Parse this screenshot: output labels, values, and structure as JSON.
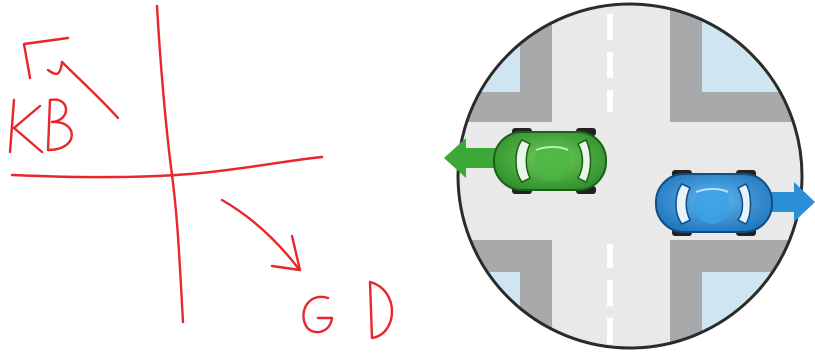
{
  "sketch": {
    "label_top_left": "KB",
    "label_bottom_right": "G D",
    "ink_color": "#e8262b"
  },
  "scene": {
    "left_car": {
      "color": "#3aa935",
      "direction": "left"
    },
    "right_car": {
      "color": "#2a8fd6",
      "direction": "right"
    },
    "road_color": "#e9e9ea",
    "sidewalk_color": "#a8a9ab",
    "building_color": "#cfe6f2",
    "ring_color": "#2b2b2b"
  }
}
